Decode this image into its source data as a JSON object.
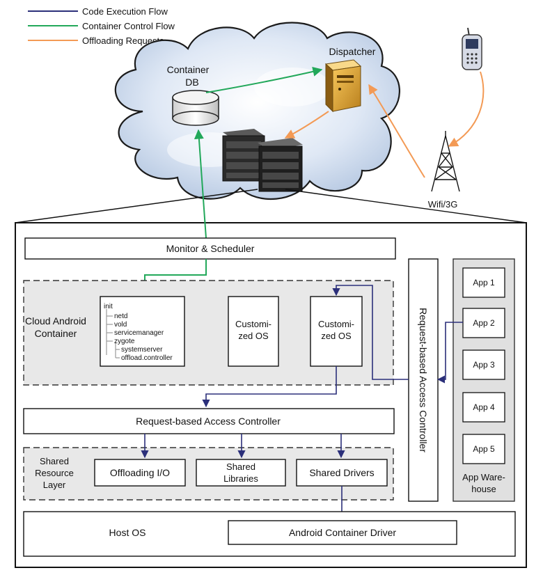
{
  "legend": {
    "code_flow": "Code Execution Flow",
    "container_flow": "Container Control Flow",
    "offload_flow": "Offloading Requests",
    "colors": {
      "code": "#2b2f7a",
      "container": "#22a85a",
      "offload": "#f39a55"
    }
  },
  "cloud": {
    "container_db": [
      "Container",
      "DB"
    ],
    "dispatcher": "Dispatcher",
    "wifi": "Wifi/3G"
  },
  "architecture": {
    "monitor": "Monitor & Scheduler",
    "cloud_android_container": [
      "Cloud Android",
      "Container"
    ],
    "init_tree": [
      "init",
      "netd",
      "vold",
      "servicemanager",
      "zygote",
      "systemserver",
      "offload.controller"
    ],
    "customized_os_1": [
      "Customi-",
      "zed OS"
    ],
    "customized_os_2": [
      "Customi-",
      "zed OS"
    ],
    "access_controller_h": "Request-based Access Controller",
    "access_controller_v": "Request-based Access Controller",
    "shared_layer": [
      "Shared",
      "Resource",
      "Layer"
    ],
    "offloading_io": "Offloading I/O",
    "shared_libraries": [
      "Shared",
      "Libraries"
    ],
    "shared_drivers": "Shared Drivers",
    "apps": [
      "App 1",
      "App 2",
      "App 3",
      "App 4",
      "App 5"
    ],
    "app_warehouse": [
      "App Ware-",
      "house"
    ],
    "host_os": "Host OS",
    "android_container_driver": "Android Container Driver"
  }
}
